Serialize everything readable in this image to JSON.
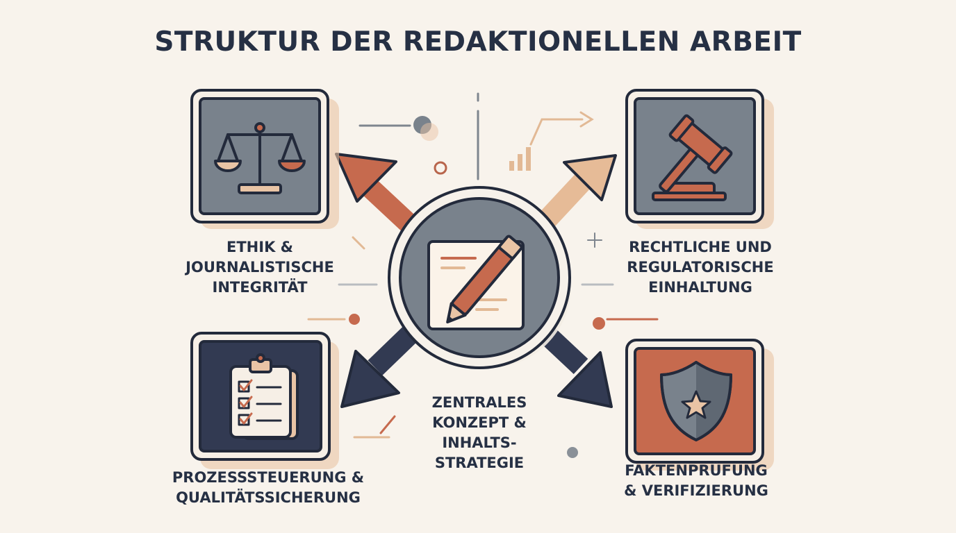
{
  "title": "STRUKTUR DER REDAKTIONELLEN ARBEIT",
  "center": {
    "label": [
      "ZENTRALES",
      "KONZEPT &",
      "INHALTS-",
      "STRATEGIE"
    ],
    "icon": "document-pen-icon"
  },
  "nodes": [
    {
      "id": "ethics",
      "label": [
        "ETHIK &",
        "JOURNALISTISCHE",
        "INTEGRITÄT"
      ],
      "icon": "scales-icon"
    },
    {
      "id": "legal",
      "label": [
        "RECHTLICHE UND",
        "REGULATORISCHE",
        "EINHALTUNG"
      ],
      "icon": "gavel-icon"
    },
    {
      "id": "process",
      "label": [
        "PROZESSSTEUERUNG &",
        "QUALITÄTSSICHERUNG"
      ],
      "icon": "clipboard-checklist-icon"
    },
    {
      "id": "factcheck",
      "label": [
        "FAKTENPRÜFUNG",
        "& VERIFIZIERUNG"
      ],
      "icon": "shield-star-icon"
    }
  ],
  "colors": {
    "background": "#f8f3ec",
    "navy": "#323a52",
    "slate": "#79828c",
    "terracotta": "#c66a4e",
    "peach": "#e9c4a5",
    "outline": "#232a3b"
  }
}
